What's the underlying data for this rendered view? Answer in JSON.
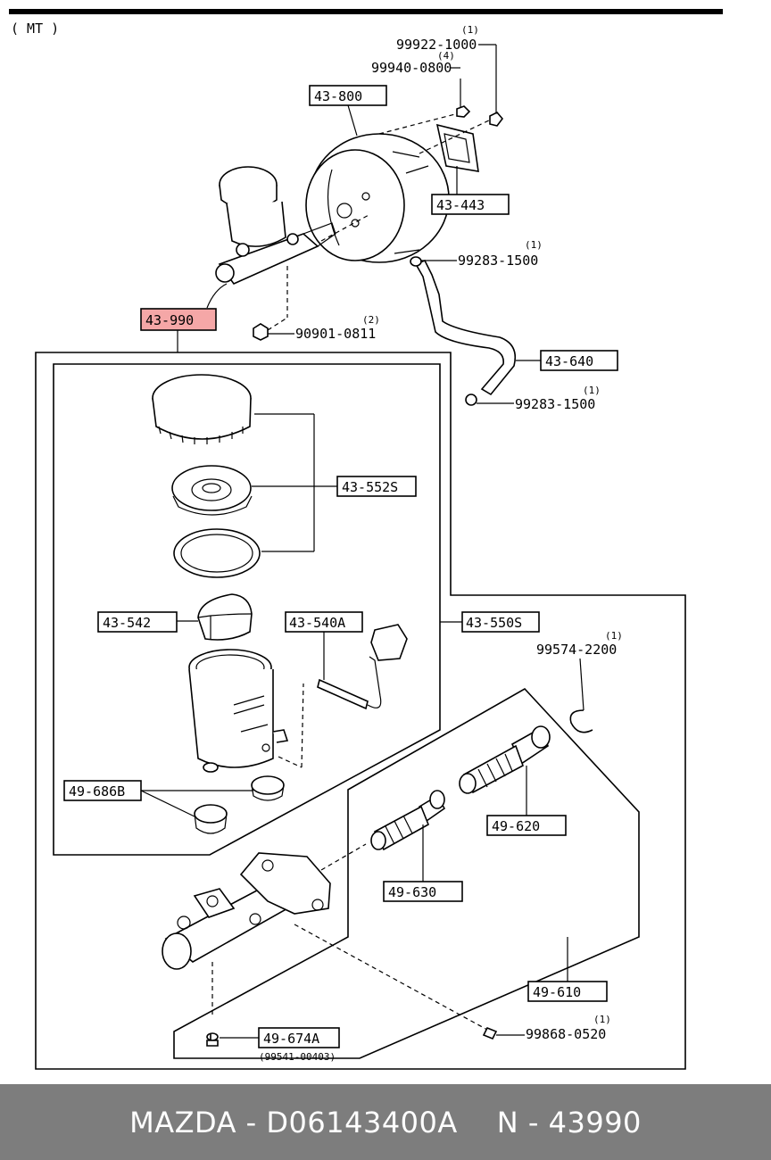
{
  "header": {
    "variant": "( MT )"
  },
  "callouts": {
    "c43800": "43-800",
    "c43443": "43-443",
    "c43990": "43-990",
    "c43640": "43-640",
    "c43552S": "43-552S",
    "c43542": "43-542",
    "c43540A": "43-540A",
    "c43550S": "43-550S",
    "c49686B": "49-686B",
    "c49620": "49-620",
    "c49630": "49-630",
    "c49610": "49-610",
    "c49674A": "49-674A",
    "c49674A_sub": "(99541-00403)"
  },
  "partnumbers": {
    "p99922": {
      "num": "99922-1000",
      "qty": "(1)"
    },
    "p99940": {
      "num": "99940-0800",
      "qty": "(4)"
    },
    "p99283a": {
      "num": "99283-1500",
      "qty": "(1)"
    },
    "p90901": {
      "num": "90901-0811",
      "qty": "(2)"
    },
    "p99283b": {
      "num": "99283-1500",
      "qty": "(1)"
    },
    "p99574": {
      "num": "99574-2200",
      "qty": "(1)"
    },
    "p99868": {
      "num": "99868-0520",
      "qty": "(1)"
    }
  },
  "highlight_color": "#f5a7a7",
  "footer": {
    "brand_part": "MAZDA - D06143400A",
    "ref": "N - 43990"
  }
}
